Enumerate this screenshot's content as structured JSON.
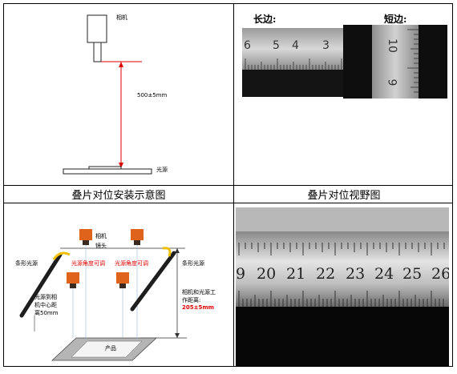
{
  "cell_tl": {
    "camera_label": "相机",
    "distance_label": "500±5mm",
    "light_label": "光源"
  },
  "cell_tr": {
    "long_side_label": "长边:",
    "short_side_label": "短边:",
    "long_ruler_numbers": [
      "6",
      "5",
      "4",
      "3"
    ],
    "short_ruler_numbers": [
      "10",
      "9"
    ]
  },
  "captions": {
    "left": "叠片对位安装示意图",
    "right": "叠片对位视野图"
  },
  "cell_bl": {
    "camera_label": "相机",
    "lens_label": "镜头",
    "strip_light_left": "条形光源",
    "strip_light_right": "条形光源",
    "angle_adjust_left": "光源角度可调",
    "angle_adjust_right": "光源角度可调",
    "light_to_center": "光源到相机中心距离50mm",
    "camera_light_distance": "相机和光源工作距离:",
    "camera_light_value": "205±5mm",
    "product_label": "产品"
  },
  "cell_br": {
    "ruler_numbers": [
      "9",
      "20",
      "21",
      "22",
      "23",
      "24",
      "25",
      "26"
    ]
  },
  "colors": {
    "red_line": "#e00000",
    "camera_orange": "#e0631c",
    "strip_dark": "#1e1e1e"
  }
}
